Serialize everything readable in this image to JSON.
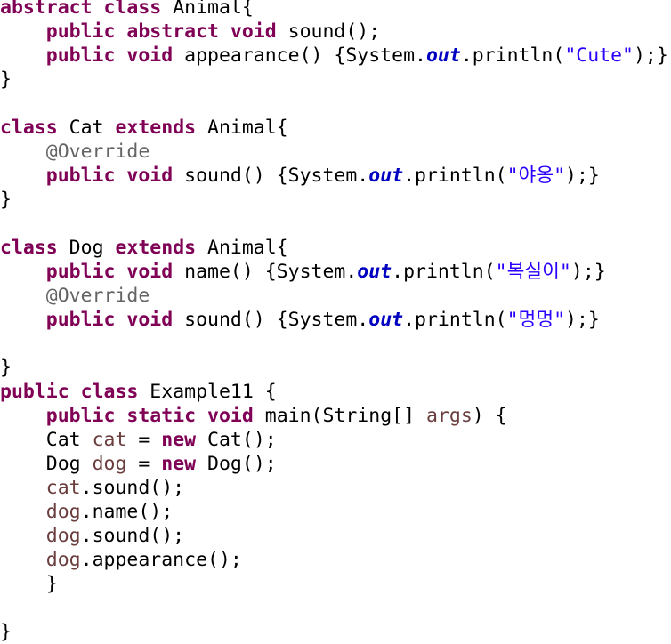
{
  "lines": [
    {
      "tokens": [
        {
          "t": "kw",
          "v": "abstract"
        },
        {
          "t": "pl",
          "v": " "
        },
        {
          "t": "kw",
          "v": "class"
        },
        {
          "t": "pl",
          "v": " Animal{"
        }
      ]
    },
    {
      "tokens": [
        {
          "t": "pl",
          "v": "    "
        },
        {
          "t": "kw",
          "v": "public"
        },
        {
          "t": "pl",
          "v": " "
        },
        {
          "t": "kw",
          "v": "abstract"
        },
        {
          "t": "pl",
          "v": " "
        },
        {
          "t": "kw",
          "v": "void"
        },
        {
          "t": "pl",
          "v": " sound();"
        }
      ]
    },
    {
      "tokens": [
        {
          "t": "pl",
          "v": "    "
        },
        {
          "t": "kw",
          "v": "public"
        },
        {
          "t": "pl",
          "v": " "
        },
        {
          "t": "kw",
          "v": "void"
        },
        {
          "t": "pl",
          "v": " appearance() {System."
        },
        {
          "t": "fld",
          "v": "out"
        },
        {
          "t": "pl",
          "v": ".println("
        },
        {
          "t": "str",
          "v": "\"Cute\""
        },
        {
          "t": "pl",
          "v": ");}"
        }
      ]
    },
    {
      "tokens": [
        {
          "t": "pl",
          "v": "}"
        }
      ]
    },
    {
      "tokens": []
    },
    {
      "tokens": [
        {
          "t": "kw",
          "v": "class"
        },
        {
          "t": "pl",
          "v": " Cat "
        },
        {
          "t": "kw",
          "v": "extends"
        },
        {
          "t": "pl",
          "v": " Animal{"
        }
      ]
    },
    {
      "tokens": [
        {
          "t": "pl",
          "v": "    "
        },
        {
          "t": "ann",
          "v": "@Override"
        }
      ]
    },
    {
      "tokens": [
        {
          "t": "pl",
          "v": "    "
        },
        {
          "t": "kw",
          "v": "public"
        },
        {
          "t": "pl",
          "v": " "
        },
        {
          "t": "kw",
          "v": "void"
        },
        {
          "t": "pl",
          "v": " sound() {System."
        },
        {
          "t": "fld",
          "v": "out"
        },
        {
          "t": "pl",
          "v": ".println("
        },
        {
          "t": "str",
          "v": "\"야옹\""
        },
        {
          "t": "pl",
          "v": ");}"
        }
      ]
    },
    {
      "tokens": [
        {
          "t": "pl",
          "v": "}"
        }
      ]
    },
    {
      "tokens": []
    },
    {
      "tokens": [
        {
          "t": "kw",
          "v": "class"
        },
        {
          "t": "pl",
          "v": " Dog "
        },
        {
          "t": "kw",
          "v": "extends"
        },
        {
          "t": "pl",
          "v": " Animal{"
        }
      ]
    },
    {
      "tokens": [
        {
          "t": "pl",
          "v": "    "
        },
        {
          "t": "kw",
          "v": "public"
        },
        {
          "t": "pl",
          "v": " "
        },
        {
          "t": "kw",
          "v": "void"
        },
        {
          "t": "pl",
          "v": " name() {System."
        },
        {
          "t": "fld",
          "v": "out"
        },
        {
          "t": "pl",
          "v": ".println("
        },
        {
          "t": "str",
          "v": "\"복실이\""
        },
        {
          "t": "pl",
          "v": ");}"
        }
      ]
    },
    {
      "tokens": [
        {
          "t": "pl",
          "v": "    "
        },
        {
          "t": "ann",
          "v": "@Override"
        }
      ]
    },
    {
      "tokens": [
        {
          "t": "pl",
          "v": "    "
        },
        {
          "t": "kw",
          "v": "public"
        },
        {
          "t": "pl",
          "v": " "
        },
        {
          "t": "kw",
          "v": "void"
        },
        {
          "t": "pl",
          "v": " sound() {System."
        },
        {
          "t": "fld",
          "v": "out"
        },
        {
          "t": "pl",
          "v": ".println("
        },
        {
          "t": "str",
          "v": "\"멍멍\""
        },
        {
          "t": "pl",
          "v": ");}"
        }
      ]
    },
    {
      "tokens": []
    },
    {
      "tokens": [
        {
          "t": "pl",
          "v": "}"
        }
      ]
    },
    {
      "tokens": [
        {
          "t": "kw",
          "v": "public"
        },
        {
          "t": "pl",
          "v": " "
        },
        {
          "t": "kw",
          "v": "class"
        },
        {
          "t": "pl",
          "v": " Example11 {"
        }
      ]
    },
    {
      "tokens": [
        {
          "t": "pl",
          "v": "    "
        },
        {
          "t": "kw",
          "v": "public"
        },
        {
          "t": "pl",
          "v": " "
        },
        {
          "t": "kw",
          "v": "static"
        },
        {
          "t": "pl",
          "v": " "
        },
        {
          "t": "kw",
          "v": "void"
        },
        {
          "t": "pl",
          "v": " main(String[] "
        },
        {
          "t": "var",
          "v": "args"
        },
        {
          "t": "pl",
          "v": ") {"
        }
      ]
    },
    {
      "tokens": [
        {
          "t": "pl",
          "v": "    Cat "
        },
        {
          "t": "var",
          "v": "cat"
        },
        {
          "t": "pl",
          "v": " = "
        },
        {
          "t": "kw",
          "v": "new"
        },
        {
          "t": "pl",
          "v": " Cat();"
        }
      ]
    },
    {
      "tokens": [
        {
          "t": "pl",
          "v": "    Dog "
        },
        {
          "t": "var",
          "v": "dog"
        },
        {
          "t": "pl",
          "v": " = "
        },
        {
          "t": "kw",
          "v": "new"
        },
        {
          "t": "pl",
          "v": " Dog();"
        }
      ]
    },
    {
      "tokens": [
        {
          "t": "pl",
          "v": "    "
        },
        {
          "t": "var",
          "v": "cat"
        },
        {
          "t": "pl",
          "v": ".sound();"
        }
      ]
    },
    {
      "tokens": [
        {
          "t": "pl",
          "v": "    "
        },
        {
          "t": "var",
          "v": "dog"
        },
        {
          "t": "pl",
          "v": ".name();"
        }
      ]
    },
    {
      "tokens": [
        {
          "t": "pl",
          "v": "    "
        },
        {
          "t": "var",
          "v": "dog"
        },
        {
          "t": "pl",
          "v": ".sound();"
        }
      ]
    },
    {
      "tokens": [
        {
          "t": "pl",
          "v": "    "
        },
        {
          "t": "var",
          "v": "dog"
        },
        {
          "t": "pl",
          "v": ".appearance();"
        }
      ]
    },
    {
      "tokens": [
        {
          "t": "pl",
          "v": "    }"
        }
      ]
    },
    {
      "tokens": []
    },
    {
      "tokens": [
        {
          "t": "pl",
          "v": "}"
        }
      ]
    }
  ],
  "colors": {
    "background": "#ffffff",
    "keyword": "#7f0055",
    "annotation": "#646464",
    "string": "#2a00ff",
    "static_field": "#0000c0",
    "local_variable": "#6a3e3e",
    "plain": "#000000"
  }
}
